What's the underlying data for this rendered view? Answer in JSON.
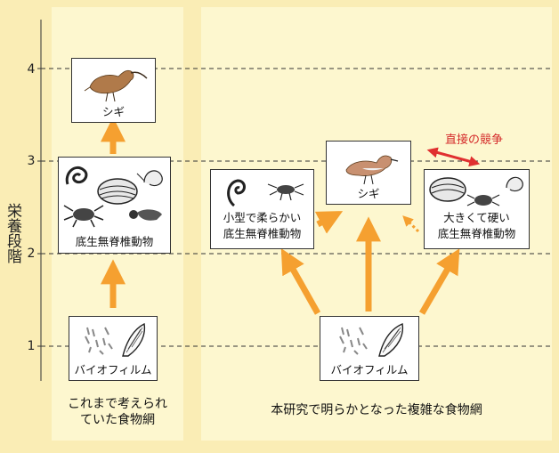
{
  "axis": {
    "label": "栄養段階",
    "ticks": [
      "1",
      "2",
      "3",
      "4"
    ]
  },
  "left_panel": {
    "caption_line1": "これまで考えられ",
    "caption_line2": "ていた食物網",
    "nodes": {
      "shorebird": "シギ",
      "invertebrates": "底生無脊椎動物",
      "biofilm": "バイオフィルム"
    }
  },
  "right_panel": {
    "caption": "本研究で明らかとなった複雑な食物網",
    "nodes": {
      "shorebird": "シギ",
      "small_soft_line1": "小型で柔らかい",
      "small_soft_line2": "底生無脊椎動物",
      "large_hard_line1": "大きくて硬い",
      "large_hard_line2": "底生無脊椎動物",
      "biofilm": "バイオフィルム"
    },
    "competition_label": "直接の競争"
  },
  "colors": {
    "background": "#faedb5",
    "panel": "#fdf7cf",
    "arrow": "#f5a030",
    "competition": "#e03030"
  }
}
